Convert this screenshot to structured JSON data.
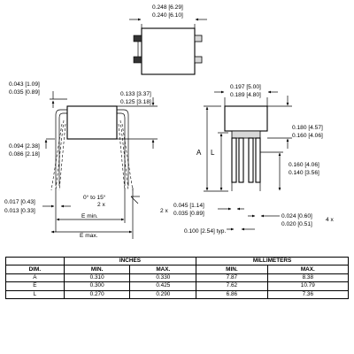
{
  "top_view": {
    "width_max": "0.248 [6.29]",
    "width_min": "0.240 [6.10]"
  },
  "side_view": {
    "head_max": "0.043 [1.09]",
    "head_min": "0.035 [0.89]",
    "body_max": "0.133 [3.37]",
    "body_min": "0.125 [3.18]",
    "standoff_max": "0.094 [2.38]",
    "standoff_min": "0.086 [2.18]",
    "lead_max": "0.017 [0.43]",
    "lead_min": "0.013 [0.33]",
    "angle_range": "0° to 15°",
    "angle_count": "2 x",
    "dim_e_min": "E min.",
    "dim_e_max": "E max."
  },
  "end_view": {
    "width_max": "0.197 [5.00]",
    "width_min": "0.189 [4.80]",
    "height_max": "0.180 [4.57]",
    "height_min": "0.160 [4.06]",
    "lead_len_max": "0.160 [4.06]",
    "lead_len_min": "0.140 [3.56]",
    "shoulder_count": "2 x",
    "shoulder_max": "0.045 [1.14]",
    "shoulder_min": "0.035 [0.89]",
    "lead_w_max": "0.024 [0.60]",
    "lead_w_min": "0.020 [0.51]",
    "lead_w_count": "4 x",
    "pitch": "0.100 [2.54] typ.",
    "label_a": "A",
    "label_l": "L"
  },
  "table": {
    "group_inches": "INCHES",
    "group_mm": "MILLIMETERS",
    "col_dim": "DIM.",
    "col_min": "MIN.",
    "col_max": "MAX.",
    "rows": [
      {
        "dim": "A",
        "in_min": "0.310",
        "in_max": "0.330",
        "mm_min": "7.87",
        "mm_max": "8.38"
      },
      {
        "dim": "E",
        "in_min": "0.300",
        "in_max": "0.425",
        "mm_min": "7.62",
        "mm_max": "10.79"
      },
      {
        "dim": "L",
        "in_min": "0.270",
        "in_max": "0.290",
        "mm_min": "6.86",
        "mm_max": "7.36"
      }
    ]
  }
}
